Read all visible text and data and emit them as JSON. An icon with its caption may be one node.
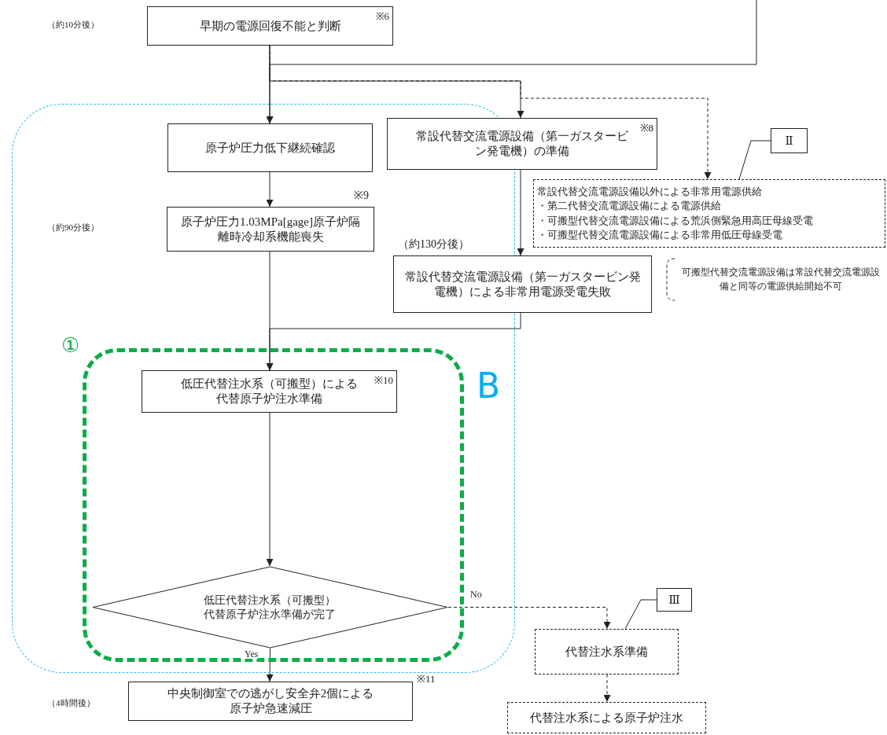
{
  "diagram": {
    "nodes": [
      {
        "text": [
          "早期の電源回復不能と判断",
          "※6"
        ]
      },
      {
        "text": [
          "B"
        ]
      },
      {
        "text": [
          "原子炉圧力低下継続確認"
        ],
        "in": 1
      },
      {
        "text": [
          "常設代替交流電源設備（第一ガスタービン発電機）の準備",
          "※8"
        ]
      },
      {
        "text": [
          "Ⅱ"
        ]
      },
      {
        "text": [
          "常設代替交流電源設備以外による非常用電源供給",
          "・第二代替交流電源設備による電源供給",
          "・可搬型代替交流電源設備による荒浜側緊急用高圧母線受電",
          "・可搬型代替交流電源設備による非常用低圧母線受電"
        ]
      },
      {
        "text": [
          "原子炉圧力1.03MPa[gage]原子炉隔離時冷却系機能喪失"
        ],
        "beside": [
          "※9"
        ],
        "in": 1
      },
      {
        "text": [
          "常設代替交流電源設備（第一ガスタービン発電機）による非常用電源受電失敗"
        ],
        "beside": [
          "（約130分後）"
        ]
      },
      {
        "text": [
          "①"
        ],
        "in": 1
      },
      {
        "text": [
          "低圧代替注水系（可搬型）による代替原子炉注水準備",
          "※10"
        ],
        "in": 8
      },
      {
        "text": [
          "低圧代替注水系（可搬型）代替原子炉注水準備が完了"
        ],
        "in": 8
      },
      {
        "text": [
          "Ⅲ"
        ]
      },
      {
        "text": [
          "代替注水系準備"
        ]
      },
      {
        "text": [
          "中央制御室での逃がし安全弁2個による原子炉急速減圧"
        ]
      },
      {
        "text": [
          "代替注水系による原子炉注水"
        ]
      }
    ],
    "edges": [
      {
        "from": 0,
        "to": 2,
        "arrow": "to"
      },
      {
        "from": 0,
        "to": 3,
        "arrow": "to"
      },
      {
        "from": 0,
        "to": 5,
        "arrow": "to",
        "style": "dashed"
      },
      {
        "from": null,
        "to": 2,
        "arrow": "to"
      },
      {
        "from": 2,
        "to": 6,
        "arrow": "to"
      },
      {
        "from": 3,
        "to": 7,
        "arrow": "to"
      },
      {
        "from": 6,
        "to": 9,
        "arrow": "to"
      },
      {
        "from": 7,
        "to": 9,
        "arrow": "to"
      },
      {
        "from": 9,
        "to": 10,
        "arrow": "to"
      },
      {
        "from": 10,
        "to": 13,
        "arrow": "to",
        "label": "Yes"
      },
      {
        "from": 10,
        "to": 12,
        "arrow": "to",
        "label": "No",
        "style": "dashed"
      },
      {
        "from": 12,
        "to": 14,
        "arrow": "to",
        "style": "dashed"
      },
      {
        "from": 4,
        "to": 5,
        "arrow": "none"
      },
      {
        "from": 11,
        "to": 12,
        "arrow": "none"
      }
    ],
    "labels": [
      "（約10分後）",
      "（約90分後）",
      "可搬型代替交流電源設備は常設代替交流電源設備と同等の電源供給開始不可",
      "※11",
      "（4時間後）"
    ]
  }
}
